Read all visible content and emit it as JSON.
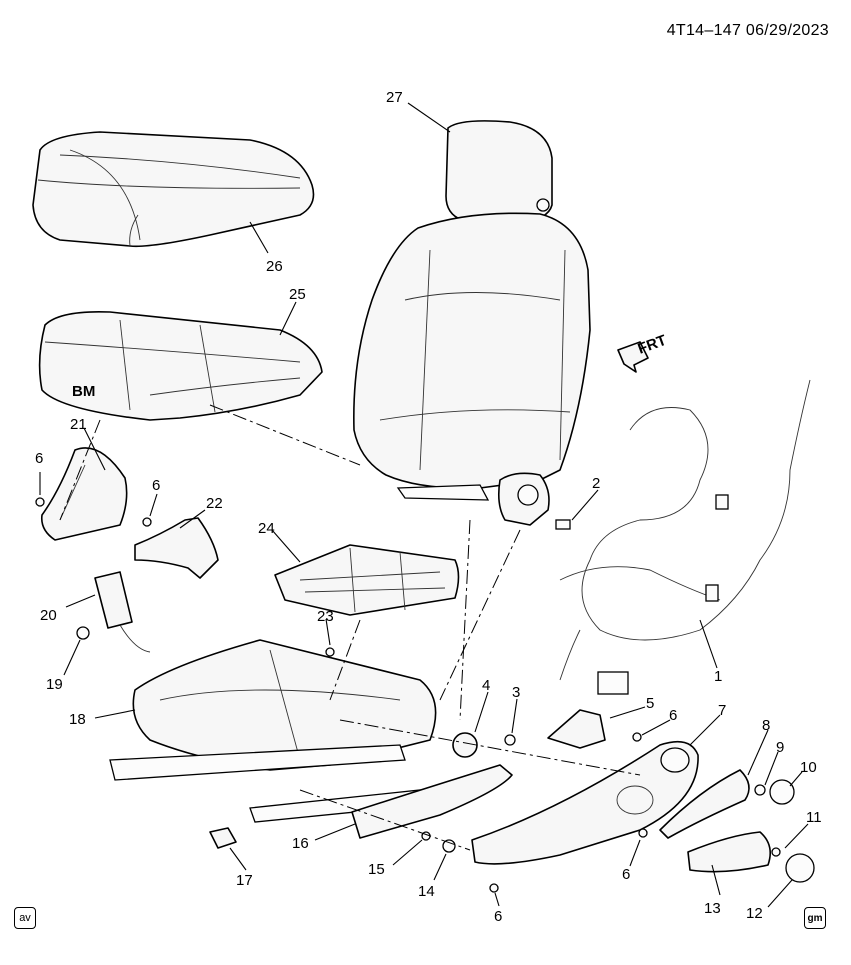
{
  "header": {
    "ref_id": "4T14–147  06/29/2023"
  },
  "marking": {
    "cushion_text": "BM",
    "arrow_text": "FRT"
  },
  "callouts": [
    {
      "id": "27",
      "label": "27"
    },
    {
      "id": "26",
      "label": "26"
    },
    {
      "id": "25",
      "label": "25"
    },
    {
      "id": "21",
      "label": "21"
    },
    {
      "id": "6a",
      "label": "6"
    },
    {
      "id": "6b",
      "label": "6"
    },
    {
      "id": "22",
      "label": "22"
    },
    {
      "id": "2",
      "label": "2"
    },
    {
      "id": "24",
      "label": "24"
    },
    {
      "id": "20",
      "label": "20"
    },
    {
      "id": "23",
      "label": "23"
    },
    {
      "id": "19",
      "label": "19"
    },
    {
      "id": "1",
      "label": "1"
    },
    {
      "id": "18",
      "label": "18"
    },
    {
      "id": "4",
      "label": "4"
    },
    {
      "id": "3",
      "label": "3"
    },
    {
      "id": "5",
      "label": "5"
    },
    {
      "id": "6c",
      "label": "6"
    },
    {
      "id": "7",
      "label": "7"
    },
    {
      "id": "8",
      "label": "8"
    },
    {
      "id": "9",
      "label": "9"
    },
    {
      "id": "10",
      "label": "10"
    },
    {
      "id": "11",
      "label": "11"
    },
    {
      "id": "16",
      "label": "16"
    },
    {
      "id": "15",
      "label": "15"
    },
    {
      "id": "14",
      "label": "14"
    },
    {
      "id": "6d",
      "label": "6"
    },
    {
      "id": "17",
      "label": "17"
    },
    {
      "id": "13",
      "label": "13"
    },
    {
      "id": "12",
      "label": "12"
    },
    {
      "id": "6e",
      "label": "6"
    }
  ],
  "badges": {
    "left": "av",
    "right": "gm"
  }
}
